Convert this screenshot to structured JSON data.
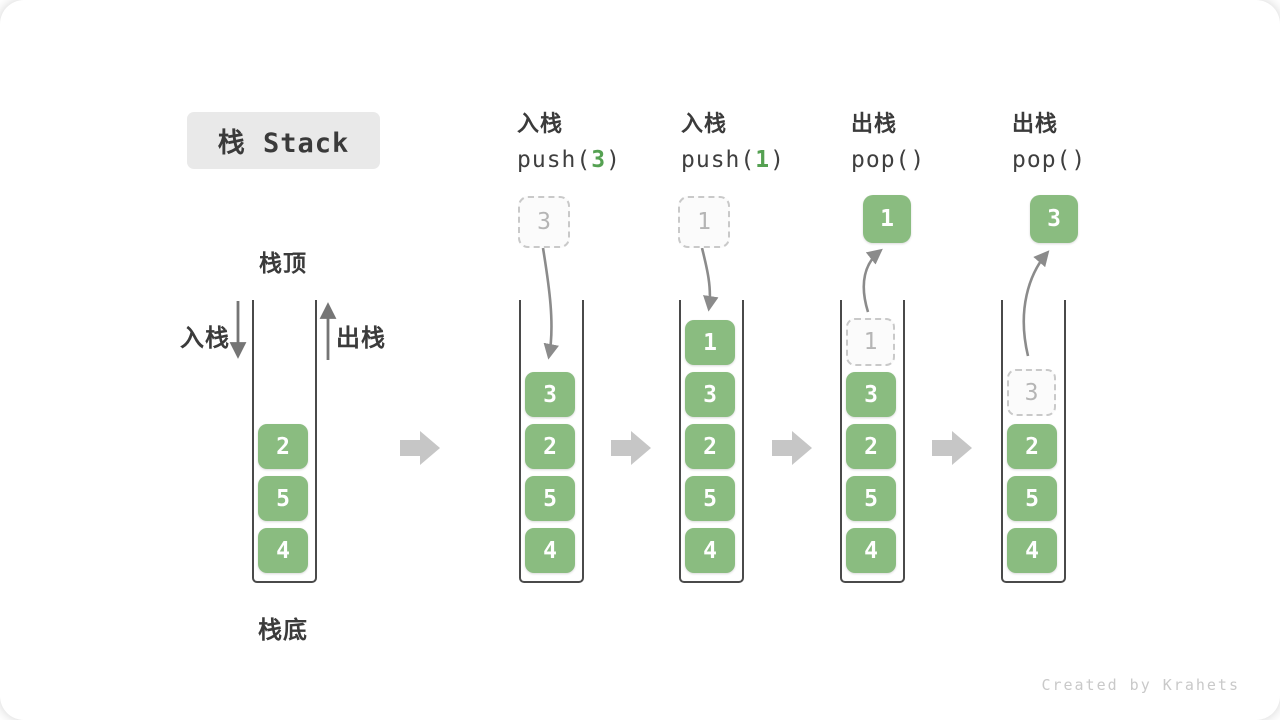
{
  "title": "栈 Stack",
  "credit": "Created by Krahets",
  "labels": {
    "stack_top": "栈顶",
    "stack_bottom": "栈底",
    "push": "入栈",
    "pop": "出栈"
  },
  "colors": {
    "box_green": "#8abc80",
    "code_arg_green": "#55a152",
    "text_dark": "#3b3b3b",
    "wall_gray": "#4a4a4a",
    "arrow_gray": "#8b8b8b",
    "block_arrow_gray": "#c6c6c6",
    "ghost_border": "#c9c9c9",
    "ghost_text": "#b5b5b5",
    "title_bg": "#e9e9e9",
    "credit_gray": "#c9c9c9"
  },
  "steps": [
    {
      "header_cn": "入栈",
      "header_code_pre": "push(",
      "header_code_arg": "3",
      "header_code_post": ")",
      "float_value": "3",
      "float_style": "dashed"
    },
    {
      "header_cn": "入栈",
      "header_code_pre": "push(",
      "header_code_arg": "1",
      "header_code_post": ")",
      "float_value": "1",
      "float_style": "dashed"
    },
    {
      "header_cn": "出栈",
      "header_code_pre": "pop()",
      "header_code_arg": "",
      "header_code_post": "",
      "float_value": "1",
      "float_style": "solid"
    },
    {
      "header_cn": "出栈",
      "header_code_pre": "pop()",
      "header_code_arg": "",
      "header_code_post": "",
      "float_value": "3",
      "float_style": "solid"
    }
  ],
  "stacks": [
    {
      "values": [
        "2",
        "5",
        "4"
      ]
    },
    {
      "values": [
        "3",
        "2",
        "5",
        "4"
      ]
    },
    {
      "values": [
        "1",
        "3",
        "2",
        "5",
        "4"
      ]
    },
    {
      "ghost": "1",
      "values": [
        "3",
        "2",
        "5",
        "4"
      ]
    },
    {
      "ghost": "3",
      "values": [
        "2",
        "5",
        "4"
      ]
    }
  ]
}
